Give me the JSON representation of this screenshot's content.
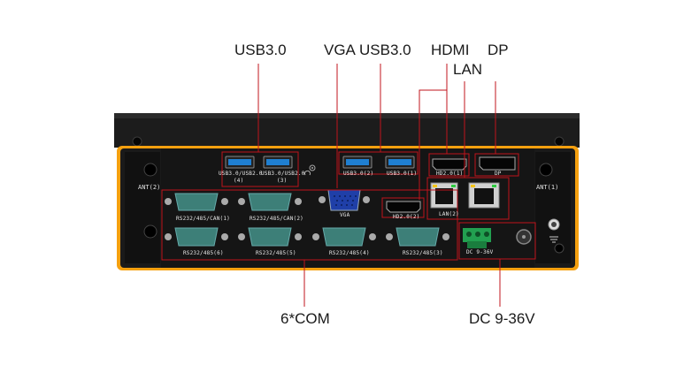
{
  "callouts": {
    "usb_left": "USB3.0",
    "vga": "VGA",
    "usb_right": "USB3.0",
    "hdmi": "HDMI",
    "lan": "LAN",
    "dp": "DP",
    "com": "6*COM",
    "dc": "DC 9-36V"
  },
  "panel_labels": {
    "ant_left": "ANT(2)",
    "ant_right": "ANT(1)",
    "usb_left_1": "USB3.0/USB2.0",
    "usb_left_1_num": "(4)",
    "usb_left_2": "USB3.0/USB2.0",
    "usb_left_2_num": "(3)",
    "usb_right_1": "USB3.0(2)",
    "usb_right_2": "USB3.0(1)",
    "hdmi_top": "HD2.0(1)",
    "dp": "DP",
    "vga": "VGA",
    "hdmi_bottom": "HD2.0(2)",
    "lan": "LAN(2)",
    "com1": "RS232/485/CAN(1)",
    "com2": "RS232/485/CAN(2)",
    "com3": "RS232/485(6)",
    "com4": "RS232/485(5)",
    "com5": "RS232/485(4)",
    "com6": "RS232/485(3)",
    "dc": "DC 9-36V"
  },
  "colors": {
    "callout_line": "#c0141c",
    "chassis_top": "#1c1c1c",
    "panel": "#151515",
    "frame_orange": "#f5a00f",
    "usb_blue": "#1f7fd1",
    "com_teal": "#3d7f78",
    "vga_blue": "#1f3fa8",
    "terminal_green": "#22a050"
  }
}
